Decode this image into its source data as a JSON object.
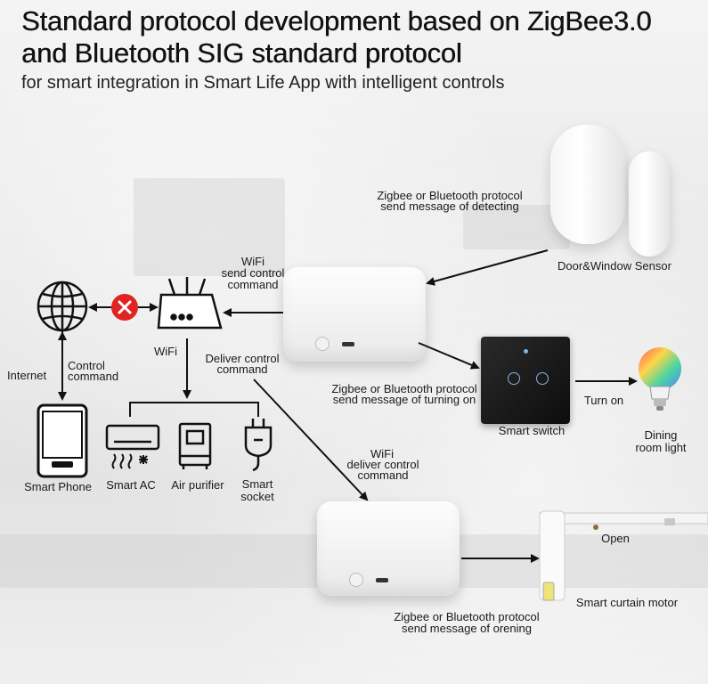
{
  "headline": {
    "line1": "Standard protocol development based on ZigBee3.0",
    "line2": "and Bluetooth SIG standard protocol",
    "subtitle": "for smart integration in Smart Life App with intelligent controls"
  },
  "labels": {
    "wifi_send_1": "WiFi",
    "wifi_send_2": "send control",
    "wifi_send_3": "command",
    "wifi": "WiFi",
    "deliver_1": "Deliver control",
    "deliver_2": "command",
    "internet": "Internet",
    "control_1": "Control",
    "control_2": "command",
    "zb_detect_1": "Zigbee or Bluetooth protocol",
    "zb_detect_2": "send message of detecting",
    "door_sensor": "Door&Window Sensor",
    "zb_turning_1": "Zigbee or Bluetooth protocol",
    "zb_turning_2": "send message of turning on",
    "smart_switch": "Smart switch",
    "turn_on": "Turn on",
    "dining_1": "Dining",
    "dining_2": "room light",
    "smart_phone": "Smart Phone",
    "smart_ac": "Smart AC",
    "air_purifier": "Air purifier",
    "smart_socket_1": "Smart",
    "smart_socket_2": "socket",
    "wifi_deliver_1": "WiFi",
    "wifi_deliver_2": "deliver control",
    "wifi_deliver_3": "command",
    "open": "Open",
    "curtain_motor": "Smart curtain motor",
    "zb_opening_1": "Zigbee or Bluetooth protocol",
    "zb_opening_2": "send message of orening"
  },
  "icons": [
    "globe-icon",
    "blocked-icon",
    "router-icon",
    "phone-icon",
    "air-conditioner-icon",
    "air-purifier-icon",
    "plug-icon",
    "bulb-icon"
  ],
  "colors": {
    "ink": "#111111",
    "blocked": "#e02424",
    "switch_glow": "#7fb7e8"
  }
}
